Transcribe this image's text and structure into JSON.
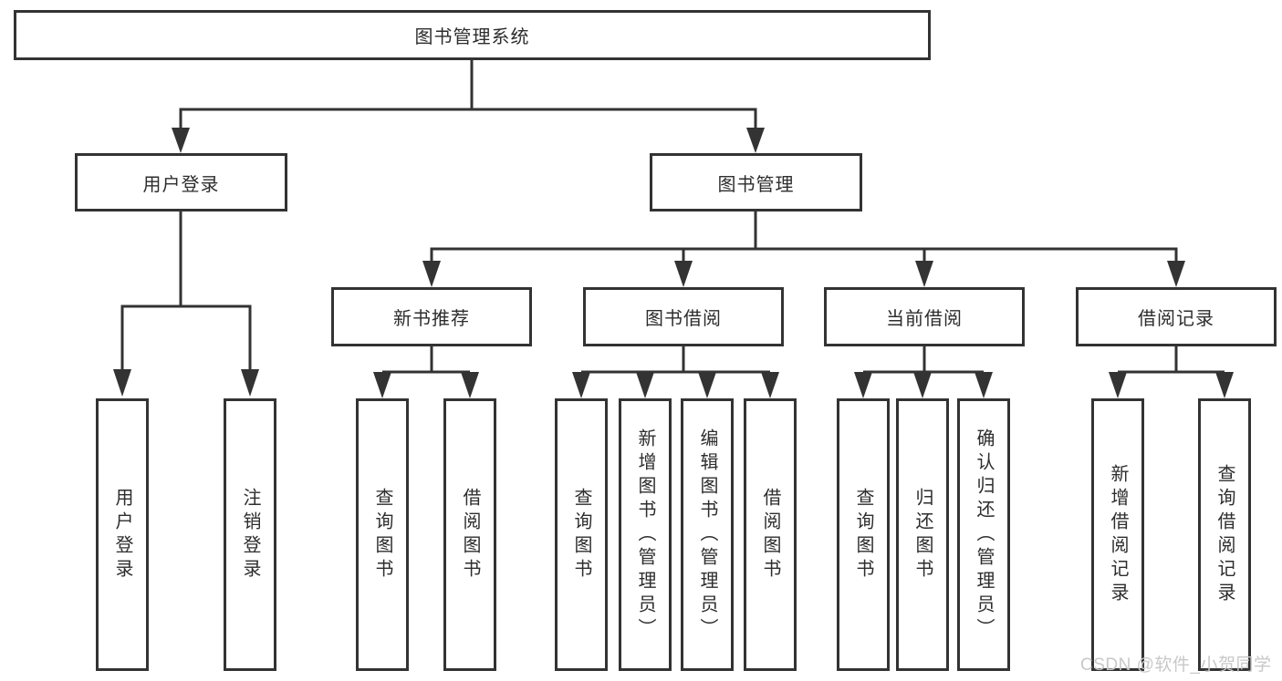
{
  "title": "图书管理系统",
  "colors": {
    "line": "#333333",
    "box_border": "#333333",
    "text": "#2d2d2d",
    "background": "#ffffff",
    "watermark": "#c8c8c8"
  },
  "tree": {
    "root": {
      "label": "图书管理系统"
    },
    "branches": [
      {
        "label": "用户登录",
        "children": [
          {
            "label": "用户登录"
          },
          {
            "label": "注销登录"
          }
        ]
      },
      {
        "label": "图书管理",
        "children": [
          {
            "label": "新书推荐",
            "children": [
              {
                "label": "查询图书"
              },
              {
                "label": "借阅图书"
              }
            ]
          },
          {
            "label": "图书借阅",
            "children": [
              {
                "label": "查询图书"
              },
              {
                "label": "新增图书（管理员）"
              },
              {
                "label": "编辑图书（管理员）"
              },
              {
                "label": "借阅图书"
              }
            ]
          },
          {
            "label": "当前借阅",
            "children": [
              {
                "label": "查询图书"
              },
              {
                "label": "归还图书"
              },
              {
                "label": "确认归还（管理员）"
              }
            ]
          },
          {
            "label": "借阅记录",
            "children": [
              {
                "label": "新增借阅记录"
              },
              {
                "label": "查询借阅记录"
              }
            ]
          }
        ]
      }
    ]
  },
  "watermark": {
    "text": "CSDN @软件_小贺同学"
  }
}
